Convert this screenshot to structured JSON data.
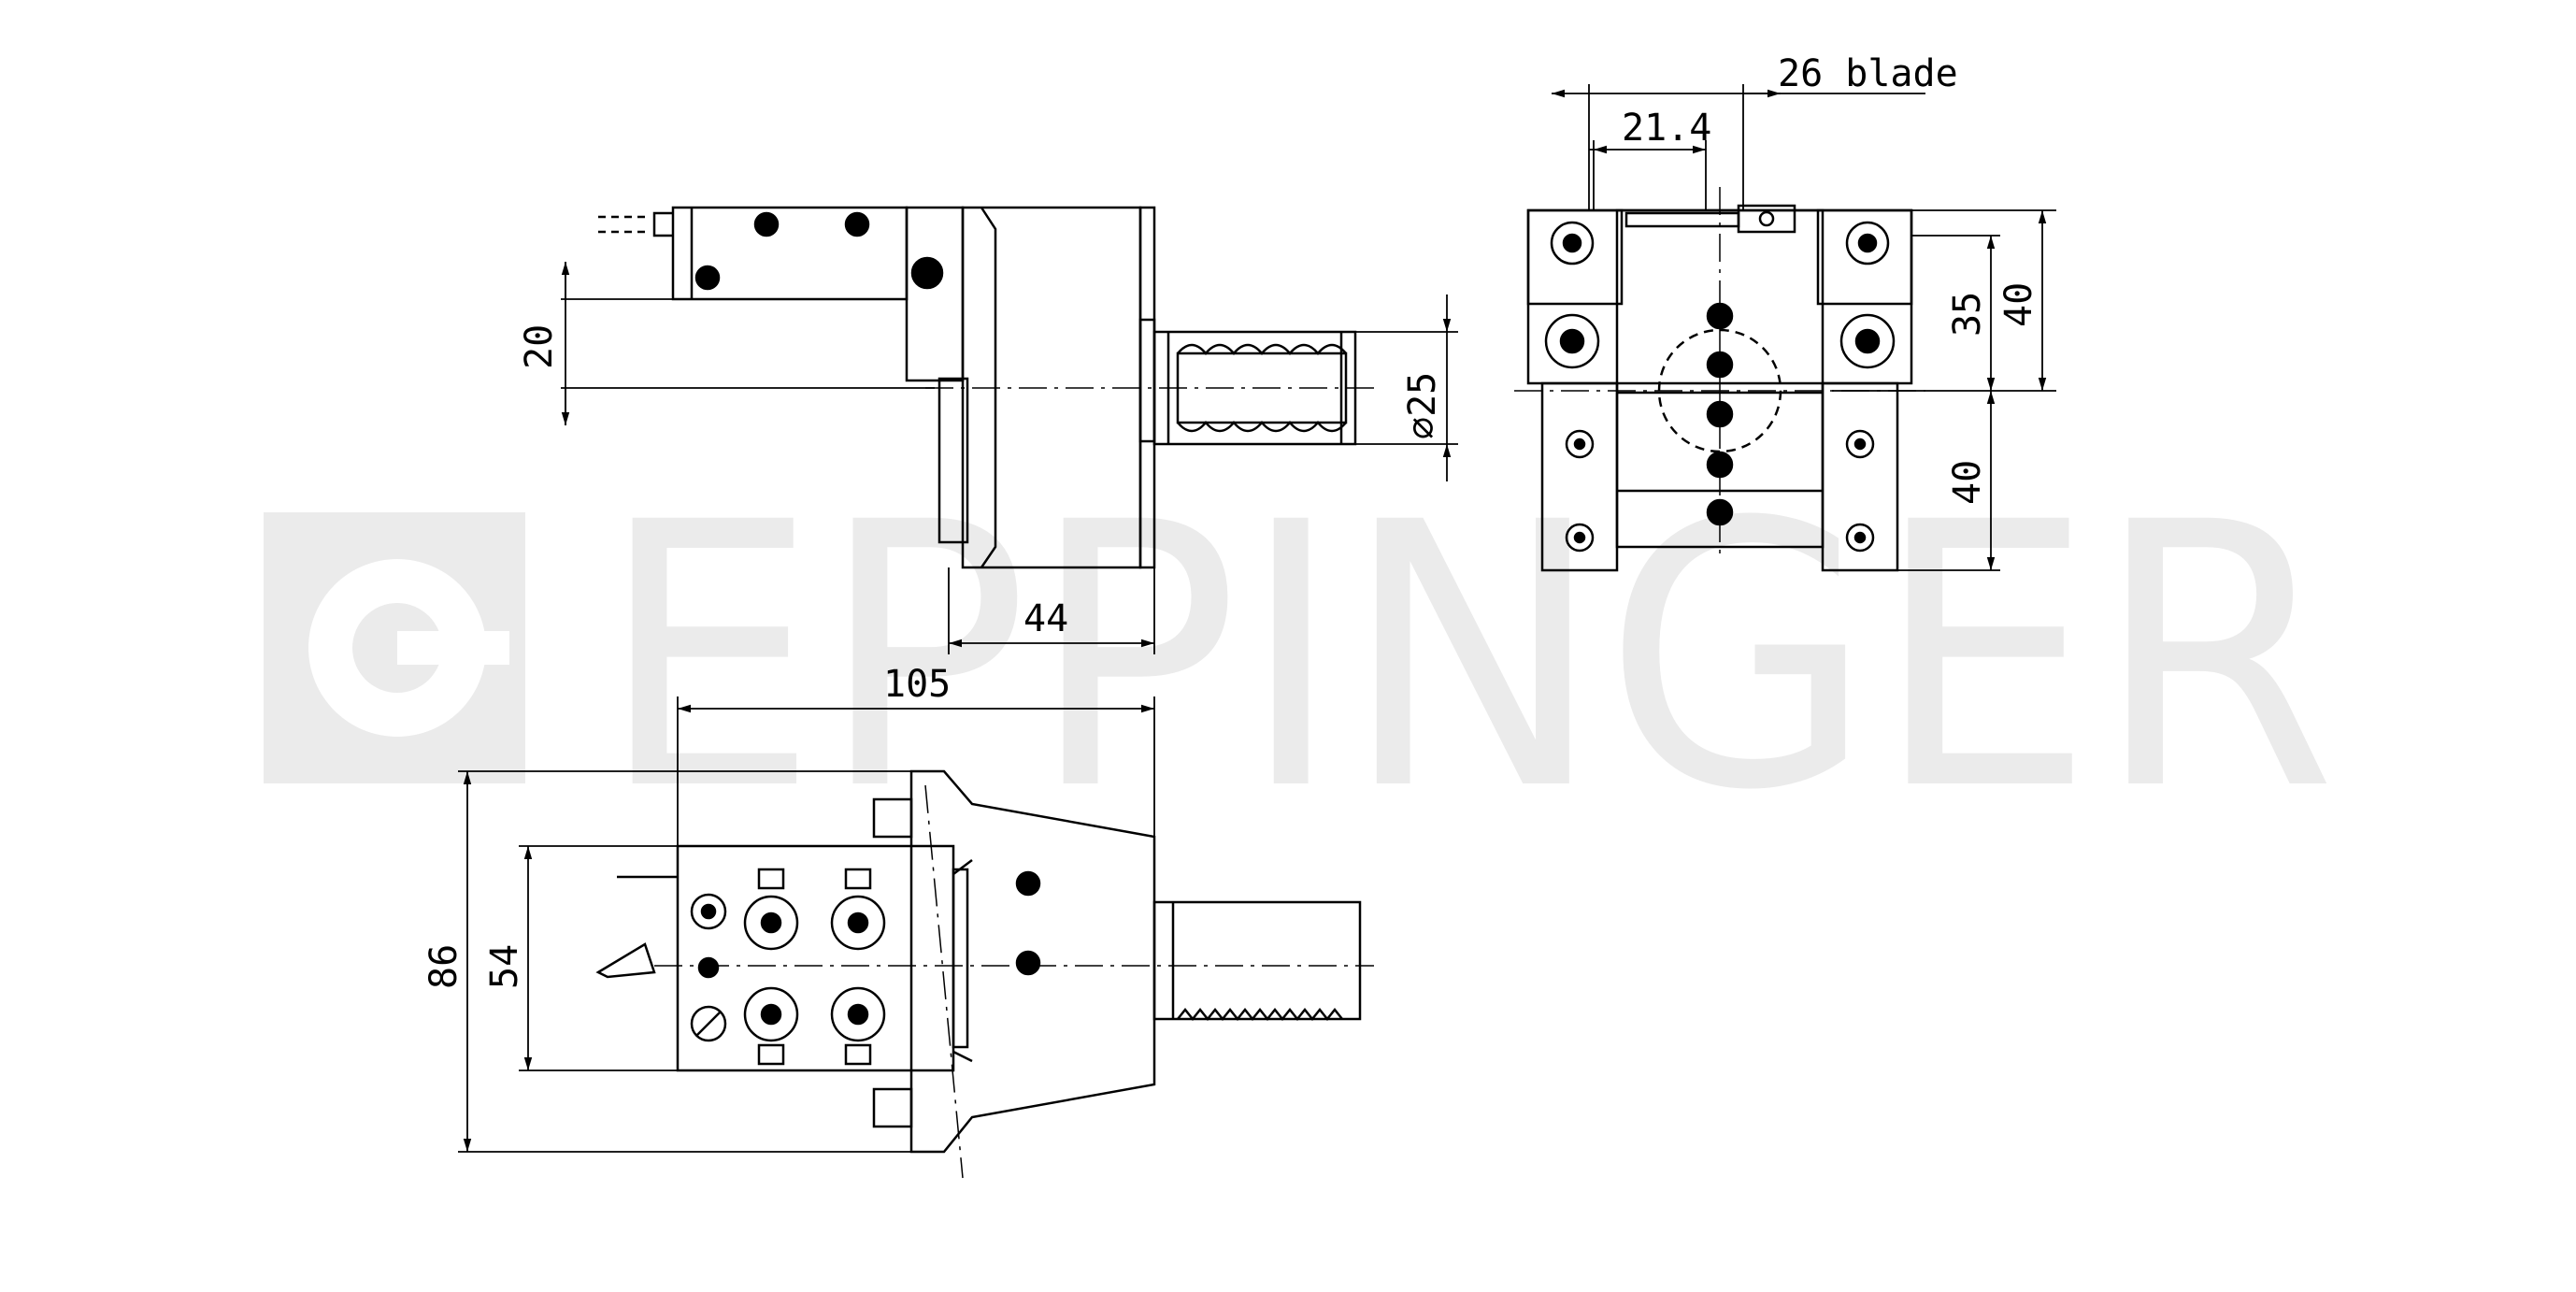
{
  "watermark": {
    "text": "EPPINGER",
    "color": "#ebebeb"
  },
  "colors": {
    "line": "#000000",
    "background": "#ffffff"
  },
  "dimensions": {
    "side_height": "20",
    "shank_diameter": "⌀25",
    "side_length": "44",
    "blade": "26 blade",
    "blade_offset": "21.4",
    "front_upper_height": "35",
    "front_total_height": "40",
    "front_lower_height": "40",
    "top_length": "105",
    "top_height_outer": "86",
    "top_height_inner": "54"
  }
}
